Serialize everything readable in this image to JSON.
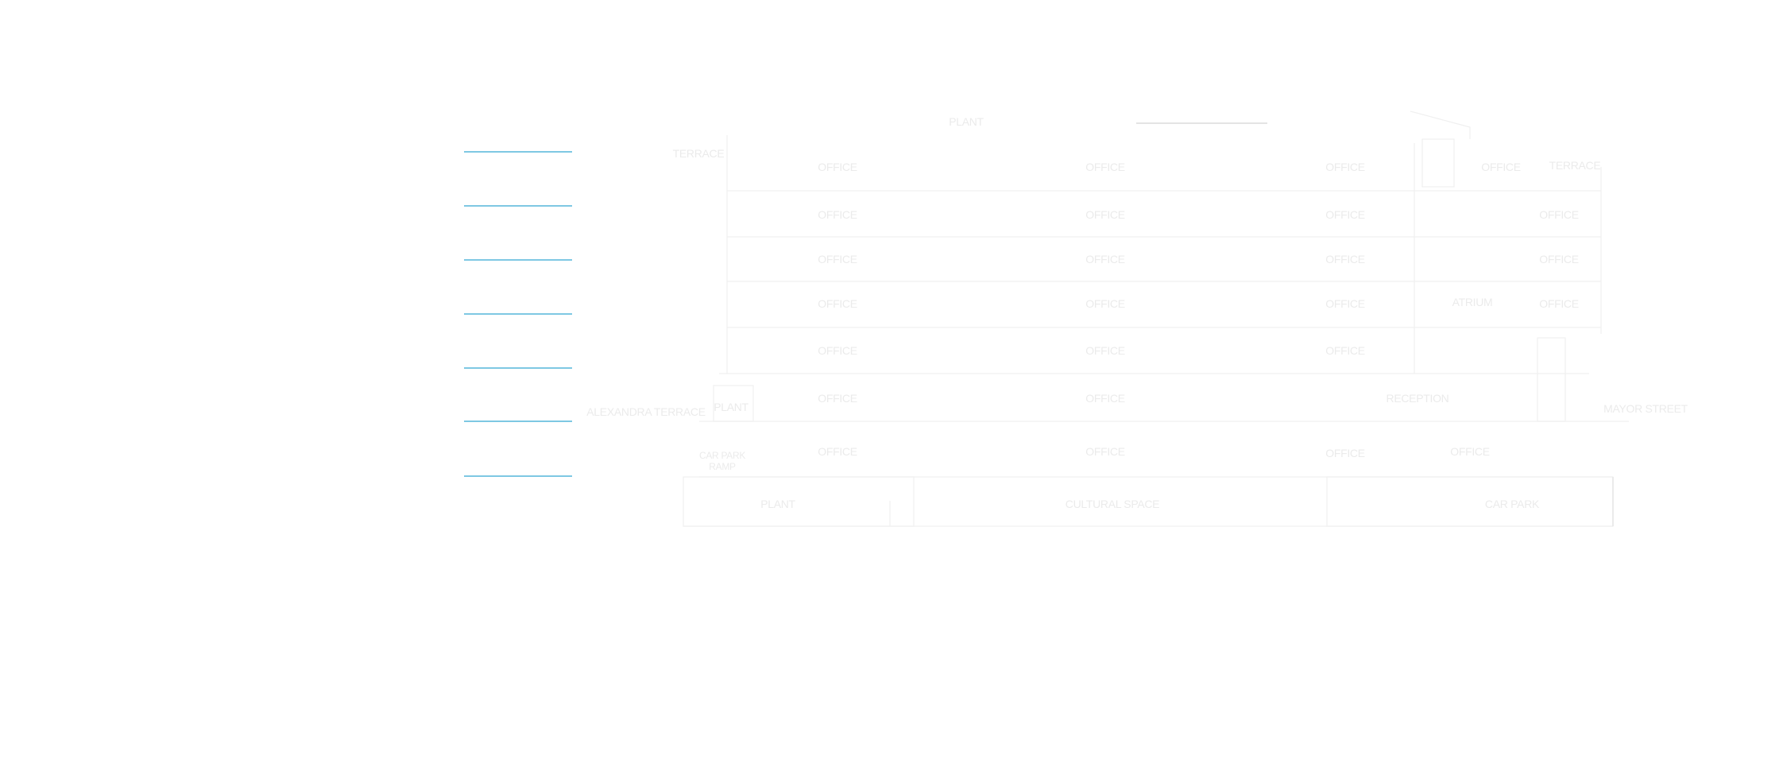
{
  "drawing": {
    "type": "building-section",
    "level_marker_color": "#7ec8e3",
    "labels": {
      "plant_roof": "PLANT",
      "terrace_left": "TERRACE",
      "terrace_right": "TERRACE",
      "office": "OFFICE",
      "atrium": "ATRIUM",
      "reception": "RECEPTION",
      "plant_mid": "PLANT",
      "alexandra_terrace": "ALEXANDRA TERRACE",
      "mayor_street": "MAYOR STREET",
      "car_park_ramp": "CAR PARK RAMP",
      "plant_basement": "PLANT",
      "cultural_space": "CULTURAL SPACE",
      "car_park": "CAR PARK"
    }
  }
}
